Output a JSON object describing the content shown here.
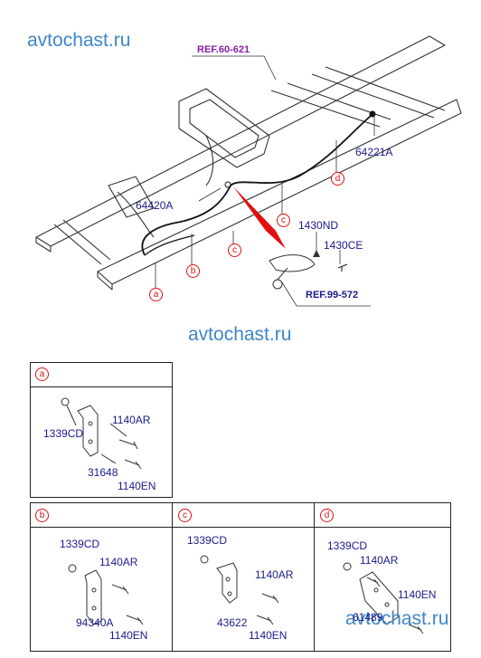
{
  "watermarks": [
    "avtochast.ru",
    "avtochast.ru",
    "avtochast.ru"
  ],
  "refs": {
    "top": "REF.60-621",
    "bottom": "REF.99-572"
  },
  "colors": {
    "ref_top": "#8a1fa6",
    "ref_bottom": "#1a1a8c",
    "callout": "#d11111",
    "label": "#1a1a8c",
    "watermark": "#3f86c8"
  },
  "main": {
    "labels": {
      "p64221a": "64221A",
      "p64420a": "64420A",
      "p1430nd": "1430ND",
      "p1430ce": "1430CE"
    },
    "callouts": [
      "a",
      "b",
      "c",
      "d"
    ]
  },
  "panels": {
    "a": {
      "tag": "a",
      "l1339": "1339CD",
      "l1140ar": "1140AR",
      "lpart": "31648",
      "l1140en": "1140EN"
    },
    "b": {
      "tag": "b",
      "l1339": "1339CD",
      "l1140ar": "1140AR",
      "lpart": "94340A",
      "l1140en": "1140EN"
    },
    "c": {
      "tag": "c",
      "l1339": "1339CD",
      "l1140ar": "1140AR",
      "lpart": "43622",
      "l1140en": "1140EN"
    },
    "d": {
      "tag": "d",
      "l1339": "1339CD",
      "l1140ar": "1140AR",
      "lpart": "61489",
      "l1140en": "1140EN"
    }
  }
}
